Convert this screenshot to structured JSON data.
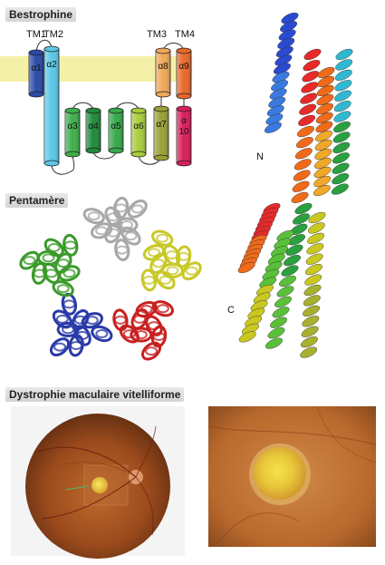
{
  "sections": {
    "bestrophine": "Bestrophine",
    "pentamere": "Pentamère",
    "dystrophie": "Dystrophie maculaire vitelliforme"
  },
  "topology": {
    "tm_labels": [
      "TM1",
      "TM2",
      "TM3",
      "TM4"
    ],
    "helices": [
      {
        "id": "h1",
        "label": "α1",
        "color": "#2a4aa6"
      },
      {
        "id": "h2",
        "label": "α2",
        "color": "#5bc8e8"
      },
      {
        "id": "h3",
        "label": "α3",
        "color": "#3fae4c"
      },
      {
        "id": "h4",
        "label": "α4",
        "color": "#1f8a3a"
      },
      {
        "id": "h5",
        "label": "α5",
        "color": "#35a84a"
      },
      {
        "id": "h6",
        "label": "α6",
        "color": "#a8cc3c"
      },
      {
        "id": "h7",
        "label": "α7",
        "color": "#9aa035"
      },
      {
        "id": "h8",
        "label": "α8",
        "color": "#f0a858"
      },
      {
        "id": "h9",
        "label": "α9",
        "color": "#e8682a"
      },
      {
        "id": "h10",
        "label_line1": "α",
        "label_line2": "10",
        "color": "#d81e5a"
      }
    ],
    "membrane_color": "#f5f0a8"
  },
  "structure": {
    "n_terminus": "N",
    "c_terminus": "C"
  }
}
